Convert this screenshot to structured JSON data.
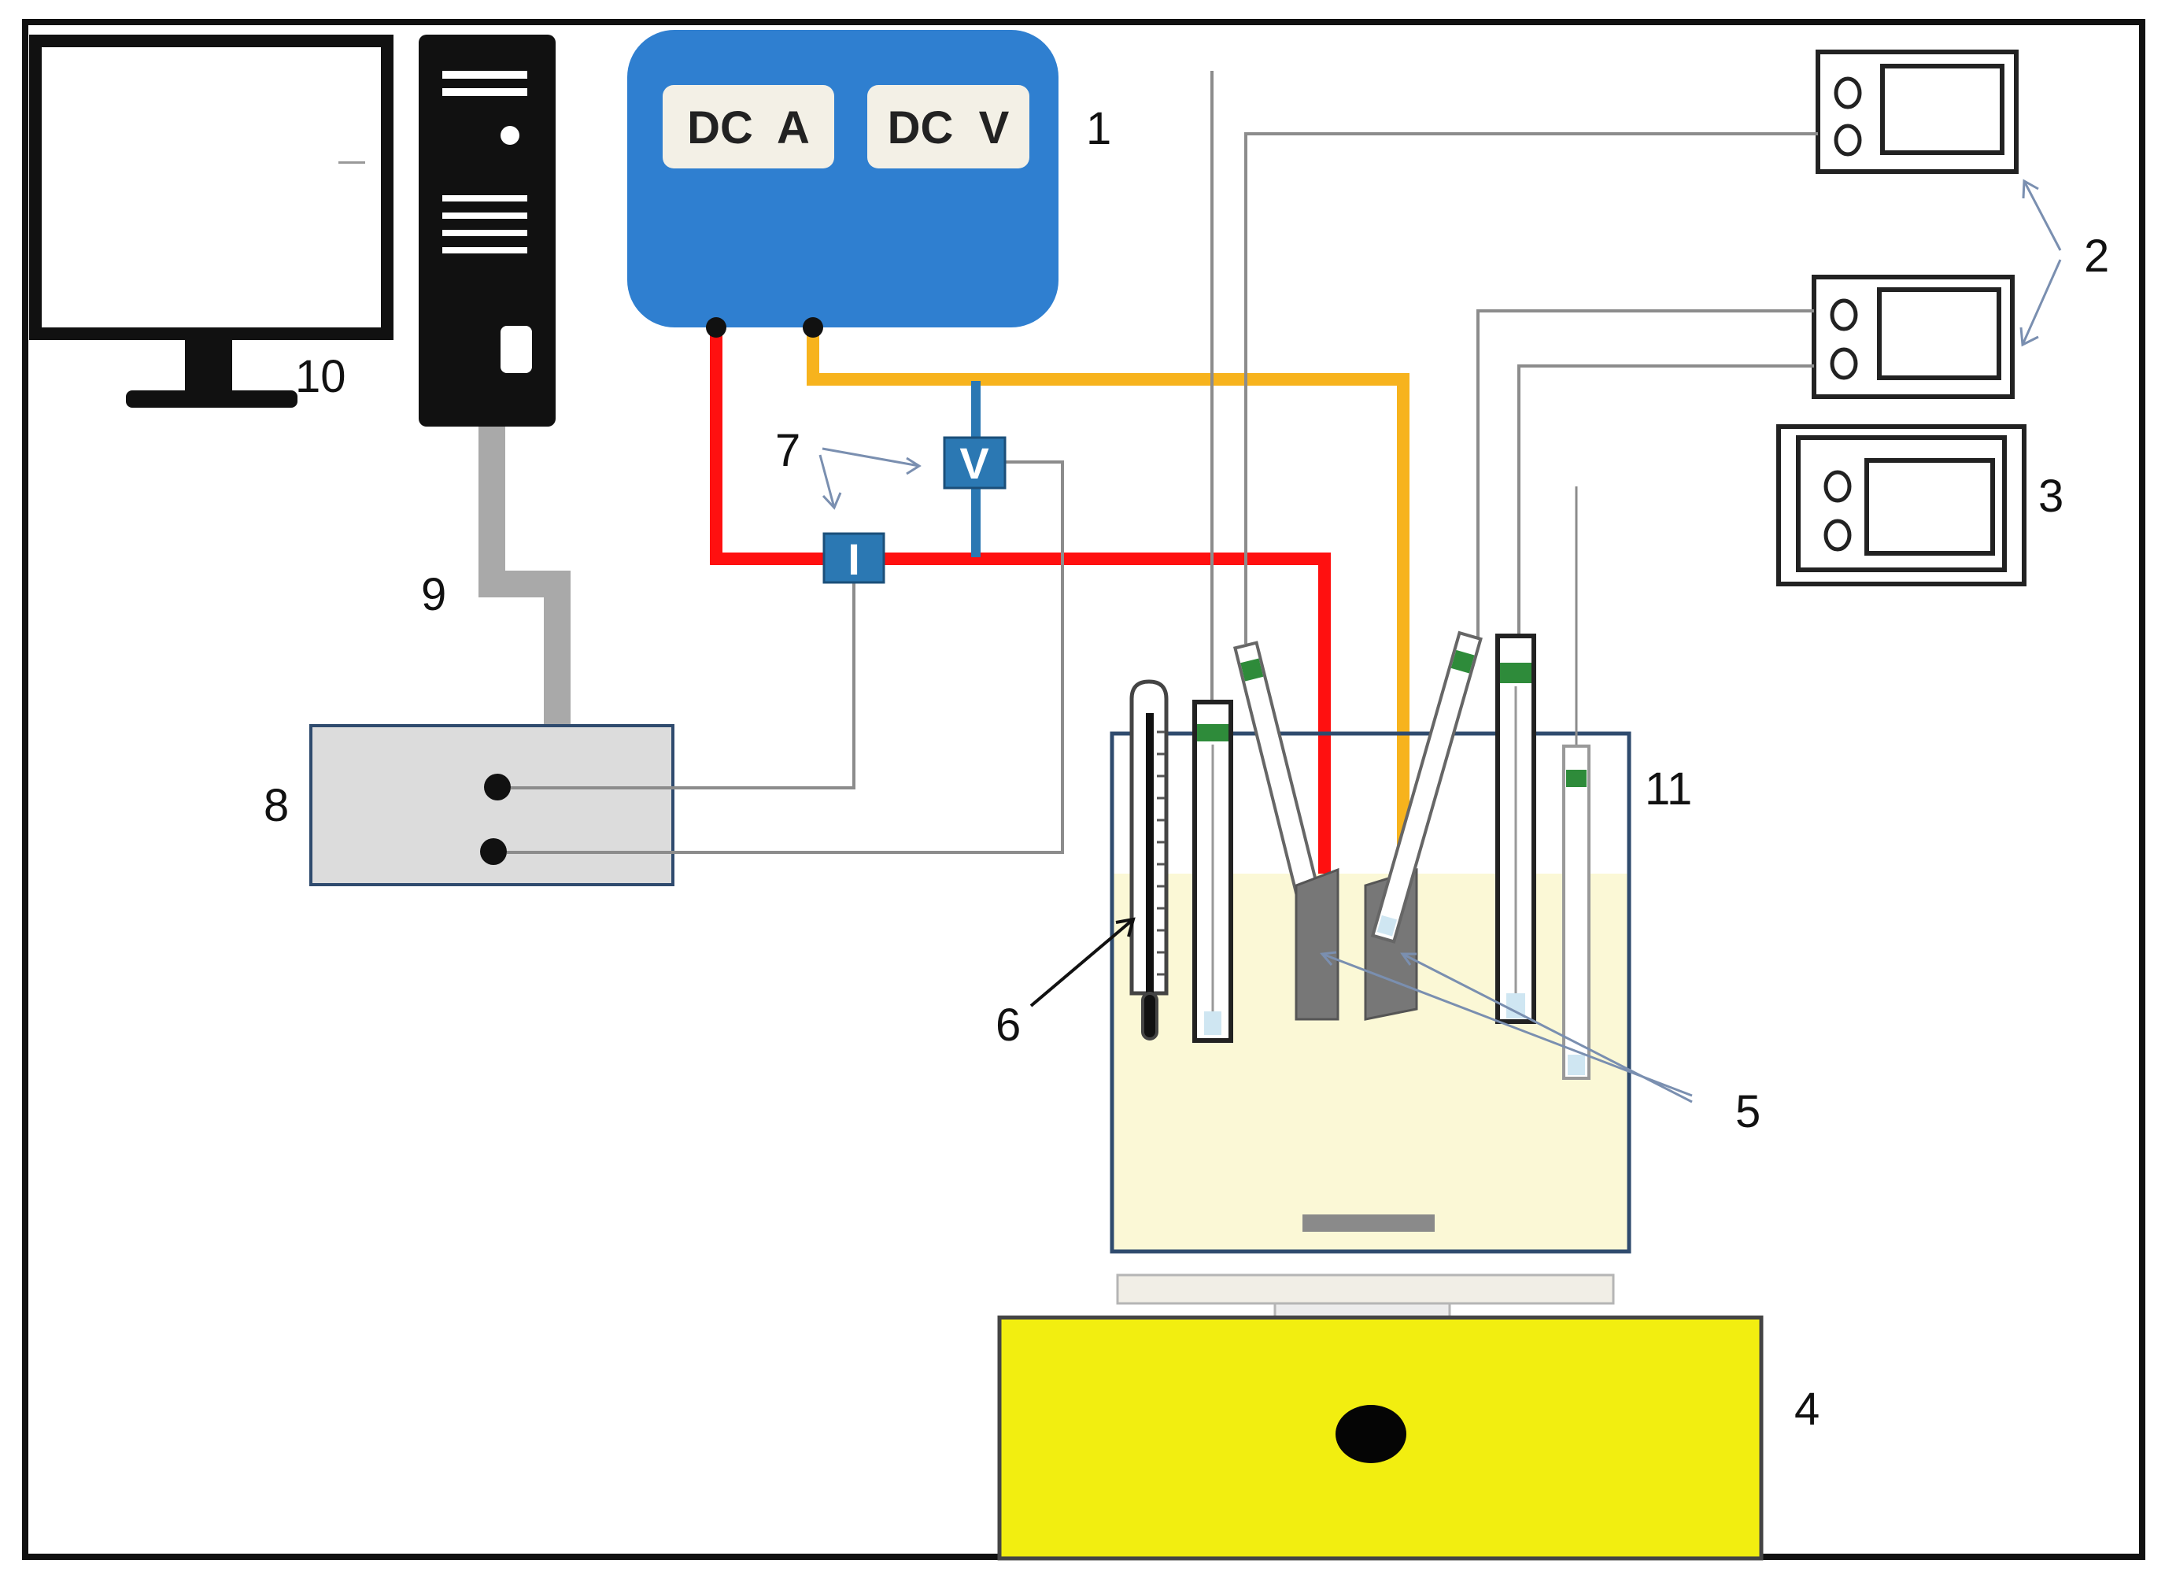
{
  "power_supply": {
    "ammeter_display": "DC  A",
    "voltmeter_display": "DC  V"
  },
  "sensors": {
    "current_sensor": "I",
    "voltage_sensor": "V"
  },
  "labels": {
    "power_supply": "1",
    "meters_pair": "2",
    "meter_single": "3",
    "stirrer": "4",
    "electrodes": "5",
    "thermometer": "6",
    "sensors": "7",
    "daq": "8",
    "cable": "9",
    "computer": "10",
    "cell": "11"
  },
  "colors": {
    "frame": "#111111",
    "power_supply": "#2f7fd0",
    "sensor_box": "#2b78b3",
    "wire_positive": "#ff1010",
    "wire_negative": "#f7b31d",
    "electrolyte": "#fbf8d6",
    "electrode": "#777777",
    "stirrer": "#f2ee10",
    "daq": "#dcdcdc",
    "cable": "#a9a9a9",
    "probe_cap": "#2e8b3a"
  }
}
